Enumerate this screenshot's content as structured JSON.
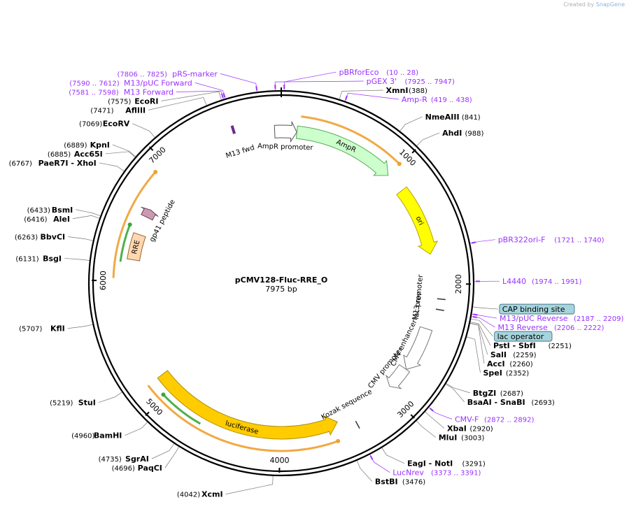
{
  "credit": {
    "prefix": "Created by",
    "brand": "SnapGene"
  },
  "plasmid": {
    "name": "pCMV128-Fluc-RRE_O",
    "length": 7975,
    "length_label": "7975 bp"
  },
  "ticks": [
    {
      "bp": 1000,
      "label": "1000"
    },
    {
      "bp": 2000,
      "label": "2000"
    },
    {
      "bp": 3000,
      "label": "3000"
    },
    {
      "bp": 4000,
      "label": "4000"
    },
    {
      "bp": 5000,
      "label": "5000"
    },
    {
      "bp": 6000,
      "label": "6000"
    },
    {
      "bp": 7000,
      "label": "7000"
    }
  ],
  "features": [
    {
      "name": "AmpR promoter",
      "start": 7920,
      "end": 130,
      "direction": 1,
      "color": "#ffffff",
      "border": "#555555",
      "track": 0
    },
    {
      "name": "AmpR",
      "start": 131,
      "end": 991,
      "direction": 1,
      "color": "#ccffcc",
      "border": "#55aa55",
      "track": 0
    },
    {
      "name": "ori",
      "start": 1162,
      "end": 1750,
      "direction": 1,
      "color": "#ffff00",
      "border": "#b8a000",
      "track": 0
    },
    {
      "name": "CMV enhancer",
      "start": 2380,
      "end": 2760,
      "direction": 1,
      "color": "#ffffff",
      "border": "#777777",
      "track": 0
    },
    {
      "name": "CMV promoter",
      "start": 2761,
      "end": 2960,
      "direction": 1,
      "color": "#ffffff",
      "border": "#777777",
      "track": 1
    },
    {
      "name": "luciferase",
      "start": 3500,
      "end": 5150,
      "direction": -1,
      "color": "#ffcc00",
      "border": "#b38f00",
      "track": 1
    },
    {
      "name": "RRE",
      "start": 6180,
      "end": 6400,
      "direction": 0,
      "color": "#ffd7b0",
      "border": "#996633",
      "track": 1
    },
    {
      "name": "gp41 peptide",
      "start": 6560,
      "end": 6630,
      "direction": 1,
      "color": "#cc99b2",
      "border": "#664455",
      "track": 1
    }
  ],
  "orfs": [
    {
      "start": 150,
      "end": 990,
      "direction": 1,
      "color": "#f0a030"
    },
    {
      "start": 3550,
      "end": 5150,
      "direction": -1,
      "color": "#f0a030"
    },
    {
      "start": 6020,
      "end": 6900,
      "direction": 1,
      "color": "#f0a030"
    },
    {
      "start": 5020,
      "end": 4650,
      "direction": 1,
      "color": "#39a839"
    },
    {
      "start": 6450,
      "end": 6150,
      "direction": 1,
      "color": "#39a839"
    }
  ],
  "small_features": [
    {
      "name": "lac promoter",
      "bp": 2120
    },
    {
      "name": "M13 rev",
      "bp": 2205
    },
    {
      "name": "Kozak sequence",
      "bp": 3360
    },
    {
      "name": "M13 fwd",
      "bp": 7590
    }
  ],
  "primers": [
    {
      "name": "pGEX 3'",
      "range": "(7925 .. 7947)",
      "bp": 7936,
      "direction": 1
    },
    {
      "name": "pRS-marker",
      "range": "(7806 .. 7825)",
      "bp": 7815,
      "direction": 1
    },
    {
      "name": "pBRforEco",
      "range": "(10 .. 28)",
      "bp": 19,
      "direction": 1
    },
    {
      "name": "M13/pUC Forward",
      "range": "(7590 .. 7612)",
      "bp": 7601,
      "direction": 1
    },
    {
      "name": "M13 Forward",
      "range": "(7581 .. 7598)",
      "bp": 7589,
      "direction": 1
    },
    {
      "name": "Amp-R",
      "range": "(419 .. 438)",
      "bp": 428,
      "direction": -1
    },
    {
      "name": "pBR322ori-F",
      "range": "(1721 .. 1740)",
      "bp": 1730,
      "direction": 1
    },
    {
      "name": "L4440",
      "range": "(1974 .. 1991)",
      "bp": 1982,
      "direction": 1
    },
    {
      "name": "M13/pUC Reverse",
      "range": "(2187 .. 2209)",
      "bp": 2198,
      "direction": -1
    },
    {
      "name": "M13 Reverse",
      "range": "(2206 .. 2222)",
      "bp": 2214,
      "direction": -1
    },
    {
      "name": "CMV-F",
      "range": "(2872 .. 2892)",
      "bp": 2882,
      "direction": 1
    },
    {
      "name": "LucNrev",
      "range": "(3373 .. 3391)",
      "bp": 3382,
      "direction": -1
    }
  ],
  "boxed_labels": [
    {
      "name": "CAP binding site",
      "bp": 2150
    },
    {
      "name": "lac operator",
      "bp": 2230
    }
  ],
  "enzymes": [
    {
      "name": "XmnI",
      "pos": "(388)",
      "bp": 388,
      "side": "right"
    },
    {
      "name": "NmeAIII",
      "pos": "(841)",
      "bp": 841,
      "side": "right"
    },
    {
      "name": "AhdI",
      "pos": "(988)",
      "bp": 988,
      "side": "right"
    },
    {
      "name": "PstI",
      "name2": "SbfI",
      "pos": "(2251)",
      "bp": 2251,
      "side": "right"
    },
    {
      "name": "SalI",
      "pos": "(2259)",
      "bp": 2259,
      "side": "right"
    },
    {
      "name": "AccI",
      "pos": "(2260)",
      "bp": 2260,
      "side": "right"
    },
    {
      "name": "SpeI",
      "pos": "(2352)",
      "bp": 2352,
      "side": "right"
    },
    {
      "name": "BtgZI",
      "pos": "(2687)",
      "bp": 2687,
      "side": "right"
    },
    {
      "name": "BsaAI",
      "name2": "SnaBI",
      "pos": "(2693)",
      "bp": 2693,
      "side": "right"
    },
    {
      "name": "XbaI",
      "pos": "(2920)",
      "bp": 2920,
      "side": "right"
    },
    {
      "name": "MluI",
      "pos": "(3003)",
      "bp": 3003,
      "side": "right"
    },
    {
      "name": "EagI",
      "name2": "NotI",
      "pos": "(3291)",
      "bp": 3291,
      "side": "right"
    },
    {
      "name": "BstBI",
      "pos": "(3476)",
      "bp": 3476,
      "side": "right"
    },
    {
      "name": "XcmI",
      "pos": "(4042)",
      "bp": 4042,
      "side": "left"
    },
    {
      "name": "PaqCI",
      "pos": "(4696)",
      "bp": 4696,
      "side": "left"
    },
    {
      "name": "SgrAI",
      "pos": "(4735)",
      "bp": 4735,
      "side": "left"
    },
    {
      "name": "BamHI",
      "pos": "(4960)",
      "bp": 4960,
      "side": "left"
    },
    {
      "name": "StuI",
      "pos": "(5219)",
      "bp": 5219,
      "side": "left"
    },
    {
      "name": "KflI",
      "pos": "(5707)",
      "bp": 5707,
      "side": "left"
    },
    {
      "name": "BsgI",
      "pos": "(6131)",
      "bp": 6131,
      "side": "left"
    },
    {
      "name": "BbvCI",
      "pos": "(6263)",
      "bp": 6263,
      "side": "left"
    },
    {
      "name": "AleI",
      "pos": "(6416)",
      "bp": 6416,
      "side": "left"
    },
    {
      "name": "BsmI",
      "pos": "(6433)",
      "bp": 6433,
      "side": "left"
    },
    {
      "name": "PaeR7I",
      "name2": "XhoI",
      "pos": "(6767)",
      "bp": 6767,
      "side": "left"
    },
    {
      "name": "Acc65I",
      "pos": "(6885)",
      "bp": 6885,
      "side": "left"
    },
    {
      "name": "KpnI",
      "pos": "(6889)",
      "bp": 6889,
      "side": "left"
    },
    {
      "name": "EcoRV",
      "pos": "(7069)",
      "bp": 7069,
      "side": "left"
    },
    {
      "name": "AflIII",
      "pos": "(7471)",
      "bp": 7471,
      "side": "left"
    },
    {
      "name": "EcoRI",
      "pos": "(7575)",
      "bp": 7575,
      "side": "left"
    }
  ]
}
